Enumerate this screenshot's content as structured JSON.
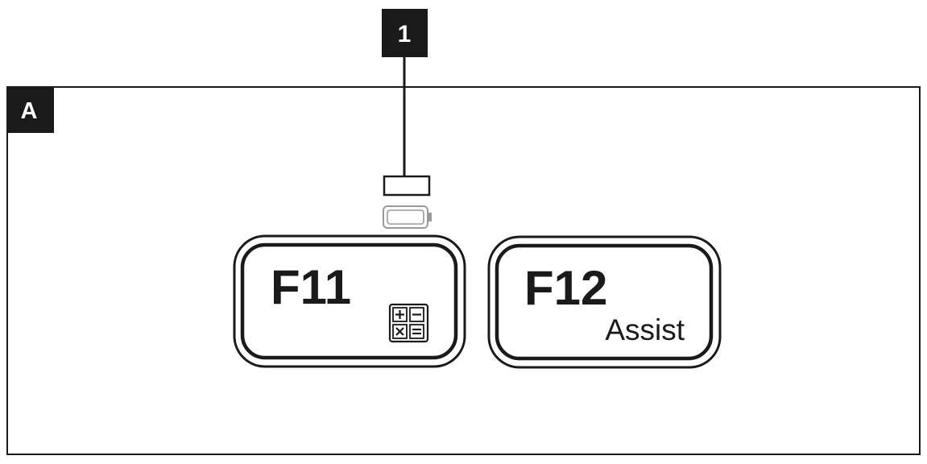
{
  "callout": {
    "number": "1"
  },
  "panel": {
    "label": "A"
  },
  "keys": [
    {
      "id": "f11",
      "label": "F11",
      "icon": "calculator-icon"
    },
    {
      "id": "f12",
      "label": "F12",
      "sublabel": "Assist"
    }
  ],
  "indicator": {
    "icon": "battery-icon"
  },
  "colors": {
    "ink": "#1a1a1a",
    "paper": "#ffffff",
    "muted": "#9a9a9a"
  }
}
